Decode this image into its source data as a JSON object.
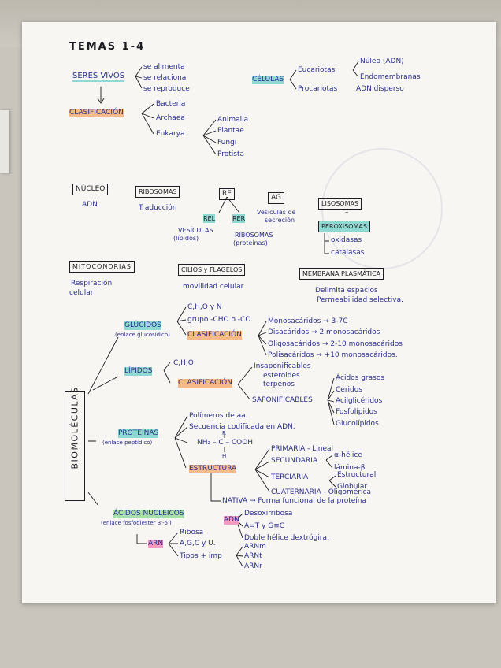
{
  "title": "TEMAS 1-4",
  "seres_vivos": {
    "label": "SERES VIVOS",
    "items": [
      "se alimenta",
      "se relaciona",
      "se reproduce"
    ]
  },
  "celulas": {
    "label": "CÉLULAS",
    "eucariotas": "Eucariotas",
    "eucariotas_items": [
      "Núleo (ADN)",
      "Endomembranas"
    ],
    "procariotas": "Procariotas",
    "procariotas_item": "ADN disperso"
  },
  "clasificacion": {
    "label": "CLASIFICACIÓN",
    "items": [
      "Bacteria",
      "Archaea",
      "Eukarya"
    ],
    "eukarya_items": [
      "Animalia",
      "Plantae",
      "Fungi",
      "Protista"
    ]
  },
  "organelos": {
    "nucleo": "NÚCLEO",
    "nucleo_desc": "ADN",
    "ribosomas": "RIBOSOMAS",
    "ribosomas_desc": "Traducción",
    "re": "RE",
    "rel": "REL",
    "rer": "RER",
    "rel_desc1": "VESÍCULAS",
    "rel_desc2": "(lípidos)",
    "rer_desc1": "RIBOSOMAS",
    "rer_desc2": "(proteínas)",
    "ag": "AG",
    "ag_desc1": "Vesículas de",
    "ag_desc2": "secreción",
    "lisosomas": "LISOSOMAS",
    "dash": "–",
    "peroxisomas": "PEROXISOMAS",
    "perox_items": [
      "oxidasas",
      "catalasas"
    ],
    "mitocondrias": "MITOCONDRIAS",
    "mito_desc1": "Respiración",
    "mito_desc2": "celular",
    "cilios": "CILIOS y FLAGELOS",
    "cilios_desc": "movilidad celular",
    "membrana": "MEMBRANA PLASMÁTICA",
    "membrana_desc1": "Delimita espacios",
    "membrana_desc2": "Permeabilidad selectiva."
  },
  "biomoleculas": {
    "label": "BIOMOLÉCULAS",
    "glucidos": {
      "label": "GLÚCIDOS",
      "enlace": "(enlace glucosídico)",
      "items": [
        "C,H,O y N",
        "grupo -CHO o -CO"
      ],
      "clasificacion": "CLASIFICACIÓN",
      "clases": [
        "Monosacáridos → 3-7C",
        "Disacáridos → 2 monosacáridos",
        "Oligosacáridos → 2-10 monosacáridos",
        "Polisacáridos → +10 monosacáridos."
      ]
    },
    "lipidos": {
      "label": "LÍPIDOS",
      "items": [
        "C,H,O"
      ],
      "clasificacion": "CLASIFICACIÓN",
      "insaponificables": "Insaponificables",
      "insap_items": [
        "esteroides",
        "terpenos"
      ],
      "saponificables": "SAPONIFICABLES",
      "sap_items": [
        "Ácidos grasos",
        "Céridos",
        "Acilglicéridos",
        "Fosfolípidos",
        "Glucolípidos"
      ]
    },
    "proteinas": {
      "label": "PROTEÍNAS",
      "enlace": "(enlace peptídico)",
      "items": [
        "Polímeros de aa.",
        "Secuencia codificada en ADN."
      ],
      "formula": "NH₂ – C – COOH",
      "formula_r": "R",
      "formula_h": "H",
      "estructura": "ESTRUCTURA",
      "estructuras": [
        "PRIMARIA - Lineal",
        "SECUNDARIA",
        "TERCIARIA",
        "CUATERNARIA - Oligomérica"
      ],
      "secundaria_items": [
        "α-hélice",
        "lámina-β"
      ],
      "terciaria_items": [
        "Estructural",
        "Globular"
      ],
      "nativa": "NATIVA → Forma funcional de la proteína"
    },
    "acidos": {
      "label": "ÁCIDOS NUCLEICOS",
      "enlace": "(enlace fosfodiester 3'-5')",
      "adn": "ADN",
      "adn_items": [
        "Desoxirribosa",
        "A=T y G≡C",
        "Doble hélice dextrógira."
      ],
      "arn": "ARN",
      "arn_items": [
        "Ribosa",
        "A,G,C y U.",
        "Tipos + imp"
      ],
      "arn_tipos": [
        "ARNm",
        "ARNt",
        "ARNr"
      ]
    }
  }
}
